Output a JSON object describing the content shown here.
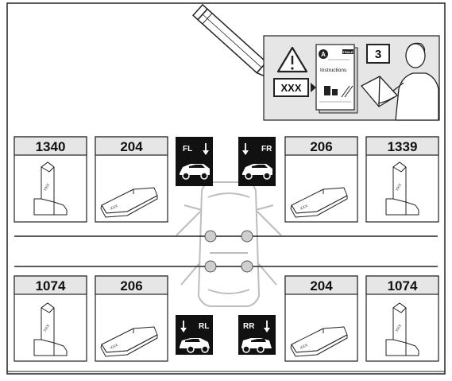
{
  "instructions_panel": {
    "warning_code": "XXX",
    "step_number": "3",
    "booklet": {
      "letter": "A",
      "brand": "THULE",
      "heading": "Instructions"
    }
  },
  "top_row": {
    "part_left_outer": {
      "number": "1340",
      "part_type": "foot",
      "foot_label": "XXX"
    },
    "part_left_inner": {
      "number": "204",
      "part_type": "pad",
      "pad_label": "XXX"
    },
    "position_front_left": {
      "label": "FL"
    },
    "position_front_right": {
      "label": "FR"
    },
    "part_right_inner": {
      "number": "206",
      "part_type": "pad",
      "pad_label": "XXX"
    },
    "part_right_outer": {
      "number": "1339",
      "part_type": "foot",
      "foot_label": "XXX"
    }
  },
  "bottom_row": {
    "part_left_outer": {
      "number": "1074",
      "part_type": "foot",
      "foot_label": "XXX"
    },
    "part_left_inner": {
      "number": "206",
      "part_type": "pad",
      "pad_label": "XXX"
    },
    "position_rear_left": {
      "label": "RL"
    },
    "position_rear_right": {
      "label": "RR"
    },
    "part_right_inner": {
      "number": "204",
      "part_type": "pad",
      "pad_label": "XXX"
    },
    "part_right_outer": {
      "number": "1074",
      "part_type": "foot",
      "foot_label": "XXX"
    }
  },
  "colors": {
    "line": "#222222",
    "panel_bg": "#e6e6e6",
    "badge": "#111111",
    "car": "#bdbdbd",
    "mount_point": "#cfcfcf"
  }
}
